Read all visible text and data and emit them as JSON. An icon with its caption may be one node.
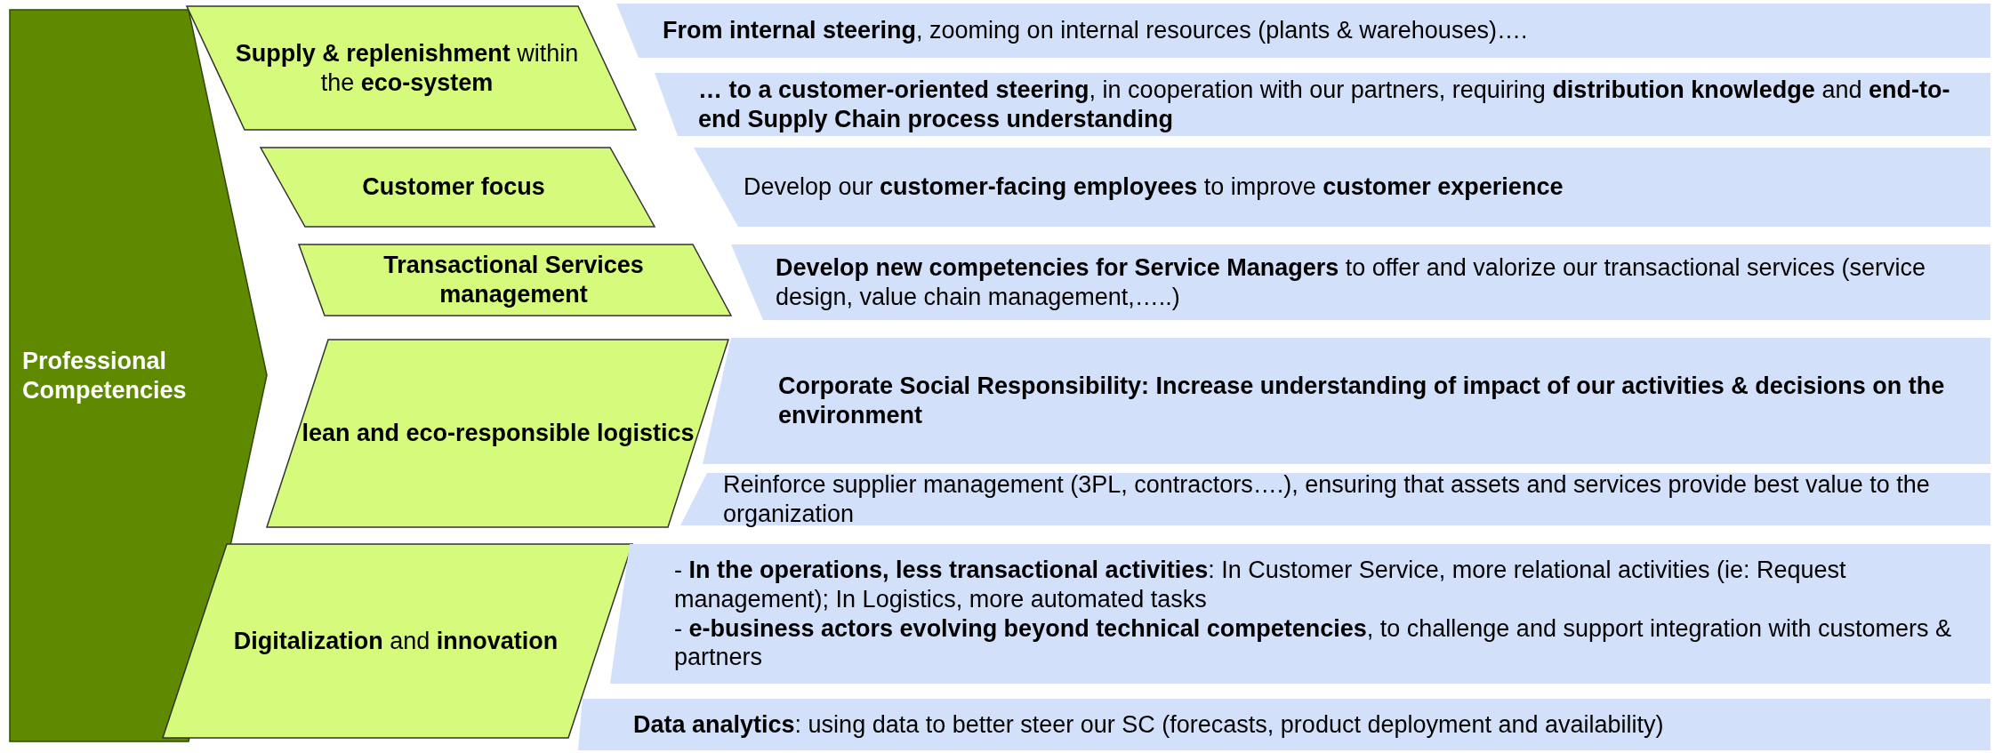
{
  "diagram": {
    "nodes": [
      {
        "text": [
          "Professional Competencies"
        ]
      },
      {
        "text": [
          "**Supply & replenishment** within the **eco-system**"
        ]
      },
      {
        "text": [
          "Customer focus"
        ]
      },
      {
        "text": [
          "Transactional Services management"
        ]
      },
      {
        "text": [
          "lean and eco-responsible logistics"
        ]
      },
      {
        "text": [
          "**Digitalization** and **innovation**"
        ]
      },
      {
        "text": [
          "**From internal steering**,  zooming on internal resources (plants & warehouses)…."
        ]
      },
      {
        "text": [
          "**… to a customer-oriented steering**, in cooperation with our partners, requiring **distribution knowledge** and **end-to-end Supply Chain process understanding**"
        ]
      },
      {
        "text": [
          "Develop our **customer-facing employees** to improve **customer experience**"
        ]
      },
      {
        "text": [
          "**Develop new competencies for Service Managers** to offer and valorize our transactional services (service design, value chain management,…..)"
        ]
      },
      {
        "text": [
          "Corporate Social Responsibility: Increase understanding of impact of our activities & decisions on the environment"
        ]
      },
      {
        "text": [
          "Reinforce supplier management (3PL, contractors….), ensuring that assets and services provide best value to the organization"
        ]
      },
      {
        "text": [
          "-  **In the operations, less transactional activities**: In Customer Service, more relational activities (ie: Request management); In Logistics, more automated tasks",
          "-  **e-business actors evolving beyond technical competencies**, to challenge and support integration with customers & partners"
        ]
      },
      {
        "text": [
          "**Data analytics**: using data to better steer our SC (forecasts, product deployment and availability)"
        ]
      }
    ]
  }
}
